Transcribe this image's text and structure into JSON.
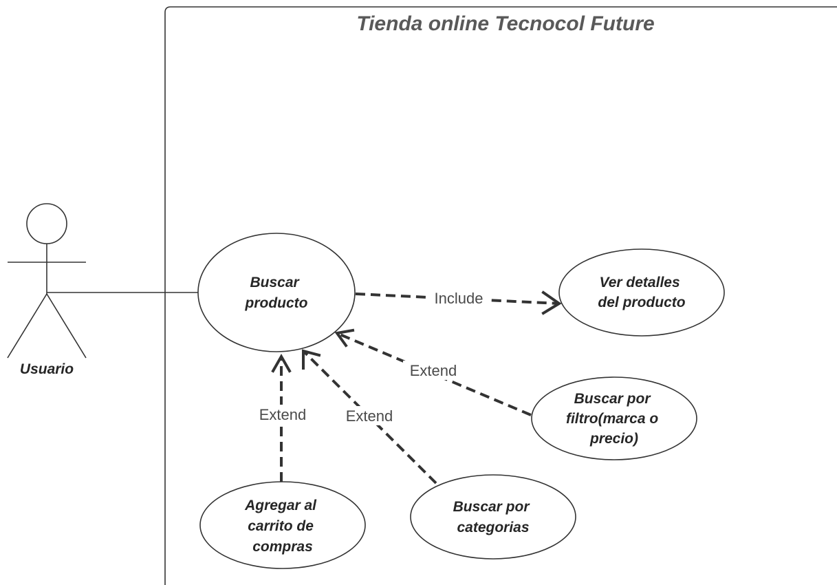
{
  "system": {
    "title": "Tienda online Tecnocol Future"
  },
  "actor": {
    "name": "Usuario"
  },
  "use_cases": {
    "buscar_producto": [
      "Buscar",
      "producto"
    ],
    "ver_detalles": [
      "Ver detalles",
      "del producto"
    ],
    "buscar_filtro": [
      "Buscar por",
      "filtro(marca o",
      "precio)"
    ],
    "agregar_carrito": [
      "Agregar al",
      "carrito de",
      "compras"
    ],
    "buscar_categorias": [
      "Buscar por",
      "categorias"
    ]
  },
  "relationships": {
    "include_label": "Include",
    "extend_filtro_label": "Extend",
    "extend_carrito_label": "Extend",
    "extend_categorias_label": "Extend"
  }
}
